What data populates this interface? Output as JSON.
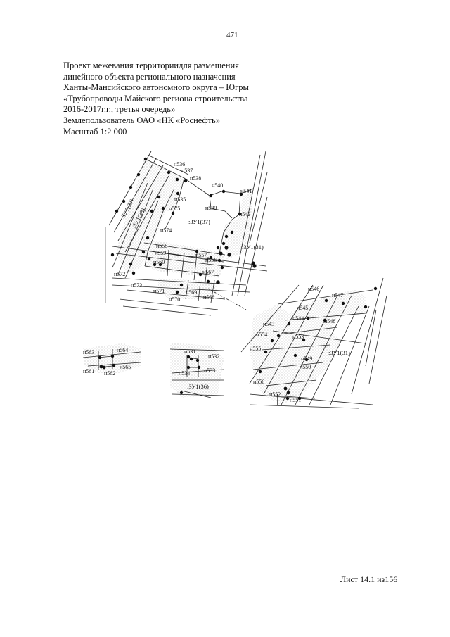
{
  "page": {
    "number": "471",
    "sheet_label": "Лист 14.1 из156"
  },
  "title": {
    "lines": [
      "Проект межевания территориидля размещения",
      "линейного объекта регионального назначения",
      "Ханты-Мансийского автономного округа – Югры",
      "«Трубопроводы Майского региона строительства",
      "2016-2017г.г., третья очередь»",
      "Землепользователь ОАО «НК «Роснефть»",
      "Масштаб 1:2 000"
    ]
  },
  "map": {
    "zones": [
      "ЗУ1(37)",
      "ЗУ1(31)",
      "ЗУ1(38)",
      "ЗУ1(39)",
      "ЗУ1(31)",
      "ЗУ1(36)"
    ],
    "points_main": [
      "н536",
      "н537",
      "н538",
      "н540",
      "н541",
      "н535",
      "н575",
      "н539",
      "н542",
      "н574",
      "н558",
      "н559",
      "н557",
      "н560",
      "н556",
      "н567",
      "н572",
      "н573",
      "н571",
      "н569",
      "н570",
      "н568"
    ],
    "points_right": [
      "н546",
      "н547",
      "н545",
      "н544",
      "н548",
      "н543",
      "н553",
      "н554",
      "н555",
      "н549",
      "н550",
      "н556",
      "н552",
      "н551"
    ],
    "points_left": [
      "н563",
      "н564",
      "н565",
      "н561",
      "н562"
    ],
    "points_mid": [
      "н531",
      "н532",
      "н533",
      "н534"
    ]
  }
}
